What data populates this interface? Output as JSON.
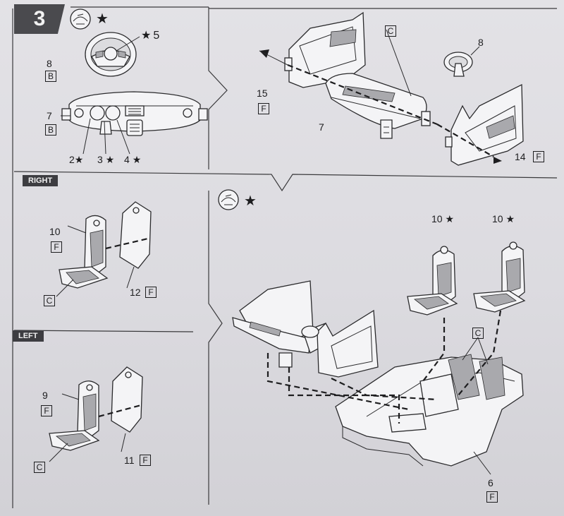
{
  "step": {
    "number": "3"
  },
  "section_tags": {
    "right": "RIGHT",
    "left": "LEFT"
  },
  "optional_mark": "★",
  "labels": {
    "wheel_num": "8",
    "wheel_sprue": "B",
    "horn_num": "5",
    "dash_num": "7",
    "dash_sprue": "B",
    "gauge_2": "2",
    "gauge_3": "3",
    "gauge_4": "4",
    "c_door_sprue": "C",
    "wheel2_num": "8",
    "door_left_num": "15",
    "door_left_sprue": "F",
    "dash2_num": "7",
    "door_right_num": "14",
    "door_right_sprue": "F",
    "seat_r_num": "10",
    "seat_r_sprue": "F",
    "seat_r_insert": "C",
    "back_r_num": "12",
    "back_r_sprue": "F",
    "seat_l_num": "9",
    "seat_l_sprue": "F",
    "seat_l_insert": "C",
    "back_l_num": "11",
    "back_l_sprue": "F",
    "seat_a_num": "10",
    "seat_b_num": "10",
    "tub_insert": "C",
    "tub_num": "6",
    "tub_sprue": "F"
  },
  "icons": {
    "paint_icon_1": "paint-detail-icon",
    "paint_icon_2": "paint-detail-icon"
  }
}
